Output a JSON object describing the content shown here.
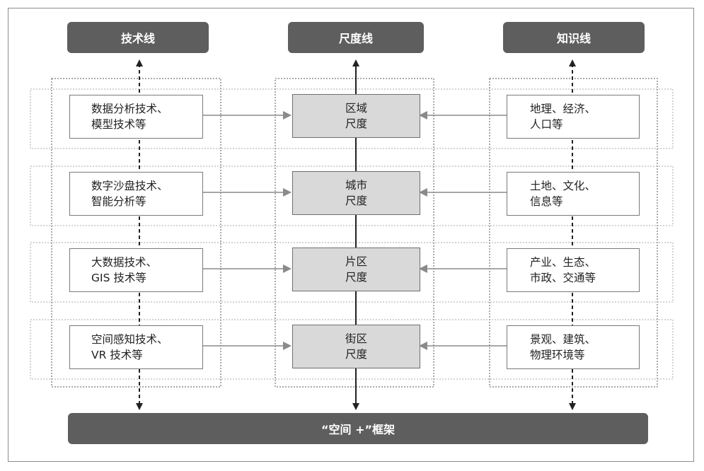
{
  "headers": {
    "tech": "技术线",
    "scale": "尺度线",
    "knowledge": "知识线"
  },
  "footer": "“空间 +”框架",
  "rows": [
    {
      "tech": "数据分析技术、\n模型技术等",
      "scale": "区域\n尺度",
      "knowledge": "地理、经济、\n人口等"
    },
    {
      "tech": "数字沙盘技术、\n智能分析等",
      "scale": "城市\n尺度",
      "knowledge": "土地、文化、\n信息等"
    },
    {
      "tech": "大数据技术、\nGIS 技术等",
      "scale": "片区\n尺度",
      "knowledge": "产业、生态、\n市政、交通等"
    },
    {
      "tech": "空间感知技术、\nVR 技术等",
      "scale": "街区\n尺度",
      "knowledge": "景观、建筑、\n物理环境等"
    }
  ],
  "colors": {
    "pill": "#5e5e5e",
    "scale_fill": "#d9d9d9",
    "line": "#222222",
    "arrow_gray": "#8a8a8a"
  }
}
